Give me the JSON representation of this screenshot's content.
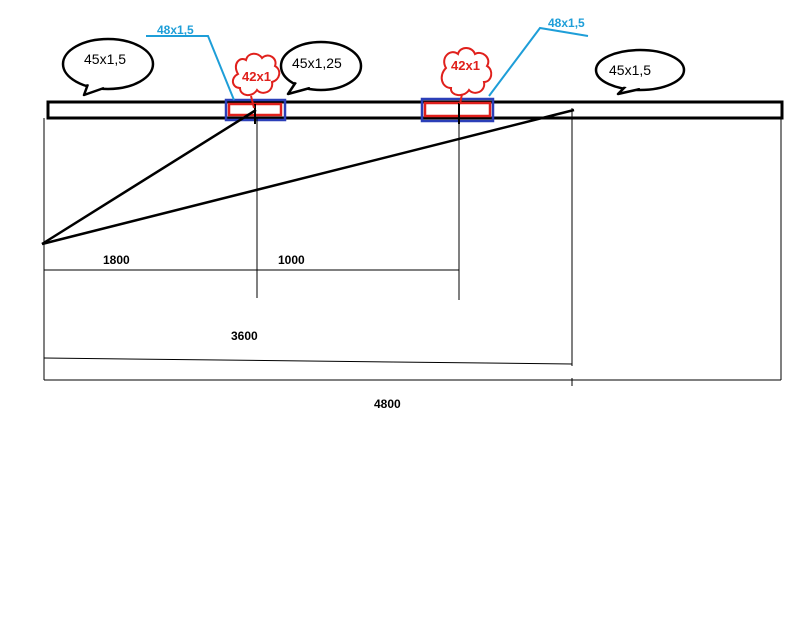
{
  "colors": {
    "line": "#000000",
    "blue_label": "#1e9ed8",
    "red": "#e0201c",
    "frame_blue": "#2b3fb8"
  },
  "segments": {
    "left": "45x1,5",
    "middle": "45x1,25",
    "right": "45x1,5"
  },
  "joints": {
    "j1_outer": "48x1,5",
    "j1_inner": "42x1",
    "j2_outer": "48x1,5",
    "j2_inner": "42x1"
  },
  "dimensions": {
    "d1800": "1800",
    "d1000": "1000",
    "d3600": "3600",
    "d4800": "4800"
  }
}
